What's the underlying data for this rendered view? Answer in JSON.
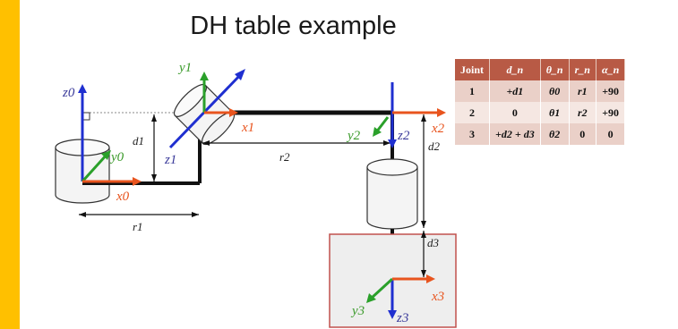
{
  "slide": {
    "title": "DH table example",
    "accent_color": "#ffc000"
  },
  "diagram": {
    "labels": {
      "z0": "z0",
      "y0": "y0",
      "x0": "x0",
      "r1": "r1",
      "d1": "d1",
      "y1": "y1",
      "z1": "z1",
      "x1": "x1",
      "r2": "r2",
      "y2": "y2",
      "z2": "z2",
      "x2": "x2",
      "d2": "d2",
      "d3": "d3",
      "y3": "y3",
      "z3": "z3",
      "x3": "x3"
    },
    "colors": {
      "x_axis": "#e8541e",
      "y_axis": "#2aa02a",
      "z_axis": "#1f2fd0",
      "label_x": "#e8541e",
      "label_y": "#3a9a2a",
      "label_z": "#3a3a9a"
    }
  },
  "dh_table": {
    "headers": [
      "Joint",
      "d_n",
      "θ_n",
      "r_n",
      "α_n"
    ],
    "rows": [
      [
        "1",
        "+d1",
        "θ0",
        "r1",
        "+90"
      ],
      [
        "2",
        "0",
        "θ1",
        "r2",
        "+90"
      ],
      [
        "3",
        "+d2 + d3",
        "θ2",
        "0",
        "0"
      ]
    ]
  }
}
